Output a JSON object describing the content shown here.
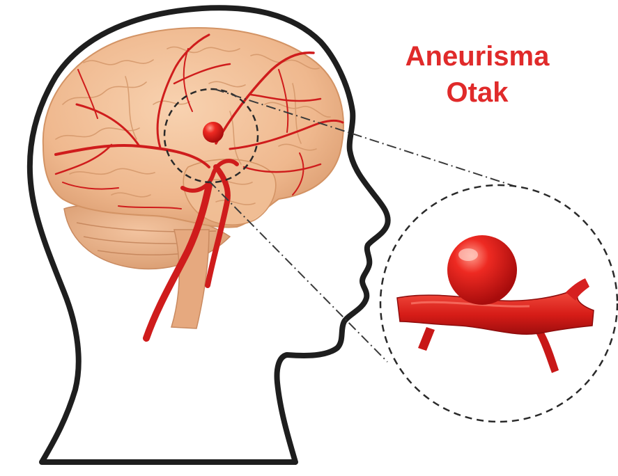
{
  "title": {
    "line1": "Aneurisma",
    "line2": "Otak"
  },
  "illustration": {
    "subjects": [
      "head-silhouette",
      "brain",
      "cerebral-arteries",
      "aneurysm",
      "magnifier-callout"
    ]
  },
  "colors": {
    "title": "#e02a2a",
    "outline": "#1e1e1e",
    "brain": "#efb88e",
    "brain_shadow": "#dc9e72",
    "artery": "#cf1c1c",
    "aneurysm": "#e4201c",
    "background": "#ffffff"
  }
}
